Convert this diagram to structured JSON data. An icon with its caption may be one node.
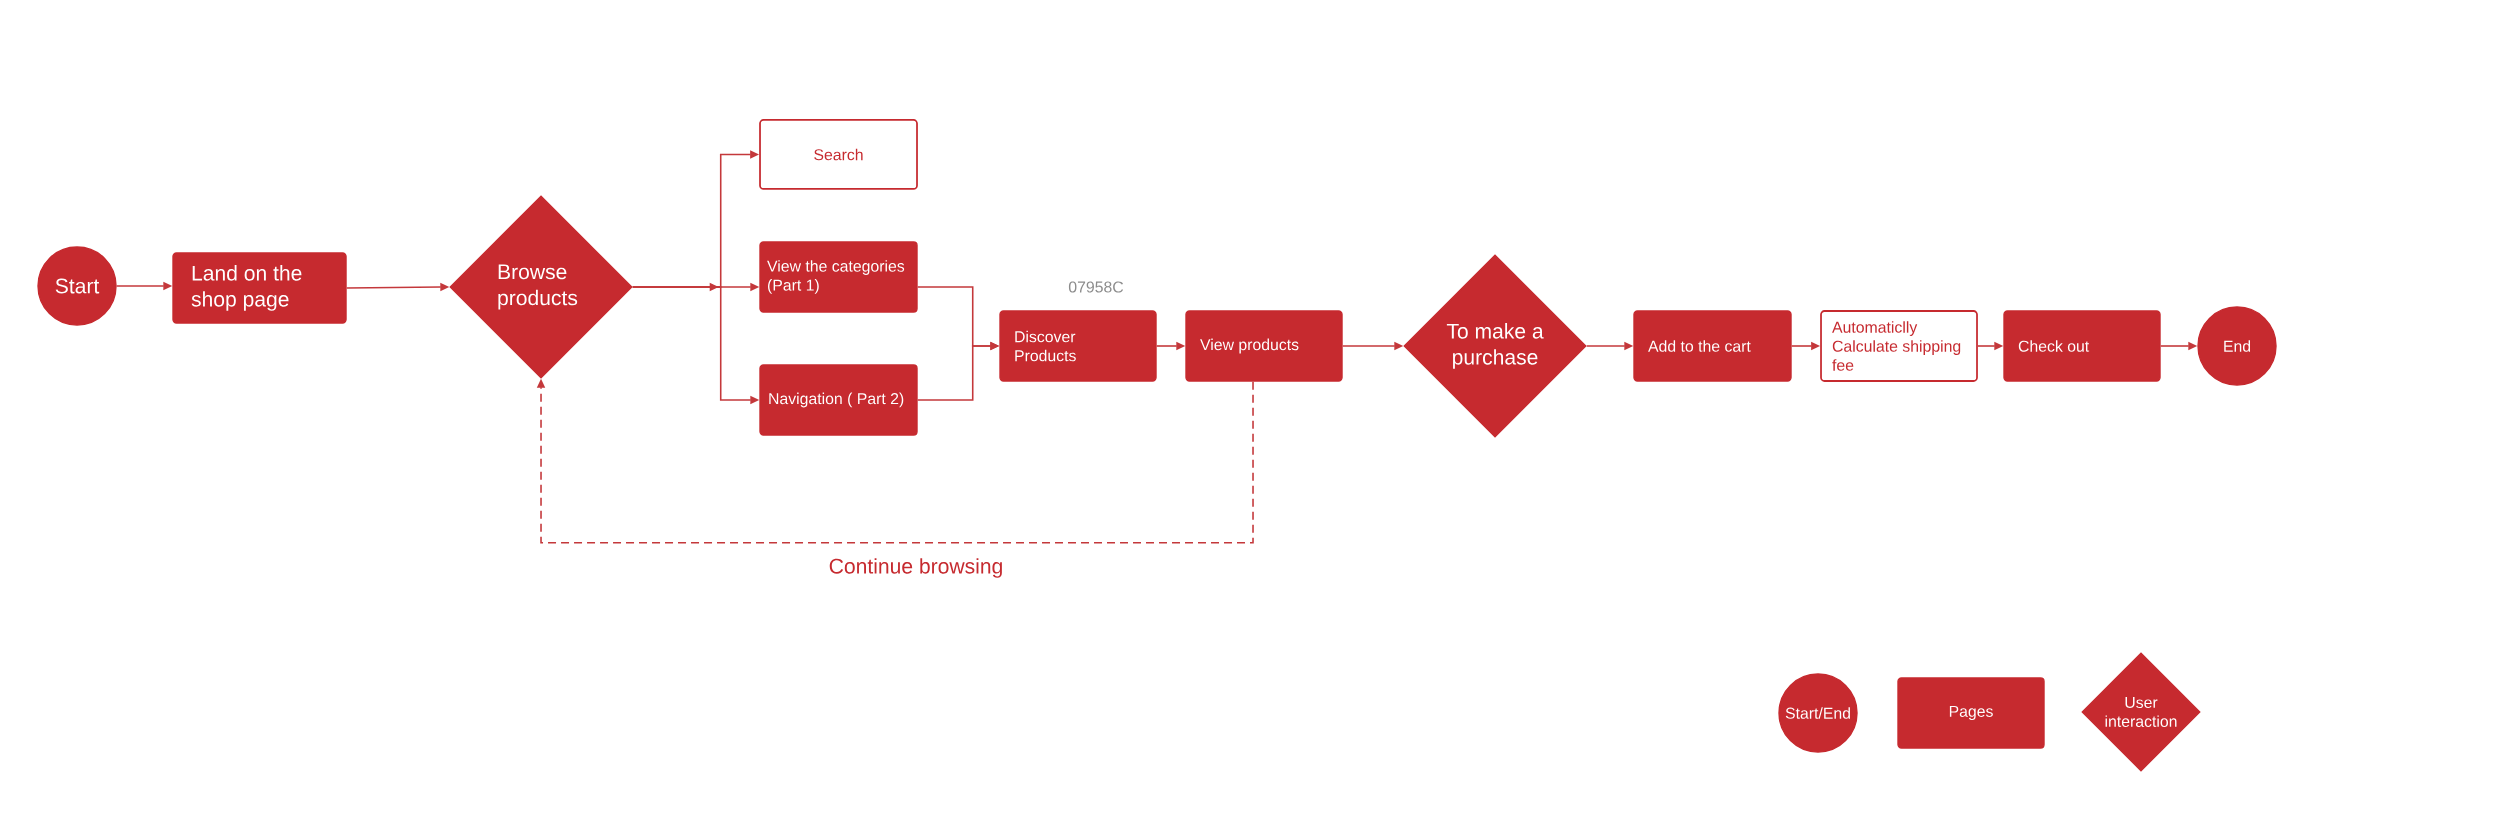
{
  "diagram": {
    "nodes": [
      {
        "text": [
          "Start"
        ]
      },
      {
        "text": [
          "Land on the shop page"
        ]
      },
      {
        "text": [
          "Browse products"
        ]
      },
      {
        "text": [
          "Search"
        ]
      },
      {
        "text": [
          "View the categories (Part 1)"
        ]
      },
      {
        "text": [
          "Navigation ( Part 2)"
        ]
      },
      {
        "text": [
          "Discover Products"
        ]
      },
      {
        "text": [
          "View products"
        ]
      },
      {
        "text": [
          "To make a purchase"
        ]
      },
      {
        "text": [
          "Add to the cart"
        ]
      },
      {
        "text": [
          "Automaticlly Calculate shipping fee"
        ]
      },
      {
        "text": [
          "Check out"
        ]
      },
      {
        "text": [
          "End"
        ]
      }
    ],
    "edges": [
      {
        "from": 0,
        "to": 1,
        "arrow": "to"
      },
      {
        "from": 1,
        "to": 2,
        "arrow": "to"
      },
      {
        "from": 2,
        "to": 3,
        "arrow": "to"
      },
      {
        "from": 2,
        "to": 4,
        "arrow": "to"
      },
      {
        "from": 2,
        "to": 5,
        "arrow": "to"
      },
      {
        "from": 4,
        "to": 6,
        "arrow": "to"
      },
      {
        "from": 5,
        "to": 6,
        "arrow": "to"
      },
      {
        "from": 6,
        "to": 7,
        "arrow": "to"
      },
      {
        "from": 7,
        "to": 8,
        "arrow": "to"
      },
      {
        "from": 8,
        "to": 9,
        "arrow": "to"
      },
      {
        "from": 9,
        "to": 10,
        "arrow": "to"
      },
      {
        "from": 10,
        "to": 11,
        "arrow": "to"
      },
      {
        "from": 11,
        "to": 12,
        "arrow": "to"
      },
      {
        "from": 7,
        "to": 2,
        "arrow": "to",
        "style": "dashed",
        "label": "Continue browsing"
      }
    ],
    "labels": [
      "07958C"
    ],
    "legend": [
      {
        "text": "Start/End"
      },
      {
        "text": "Pages"
      },
      {
        "text": "User interaction"
      }
    ]
  }
}
